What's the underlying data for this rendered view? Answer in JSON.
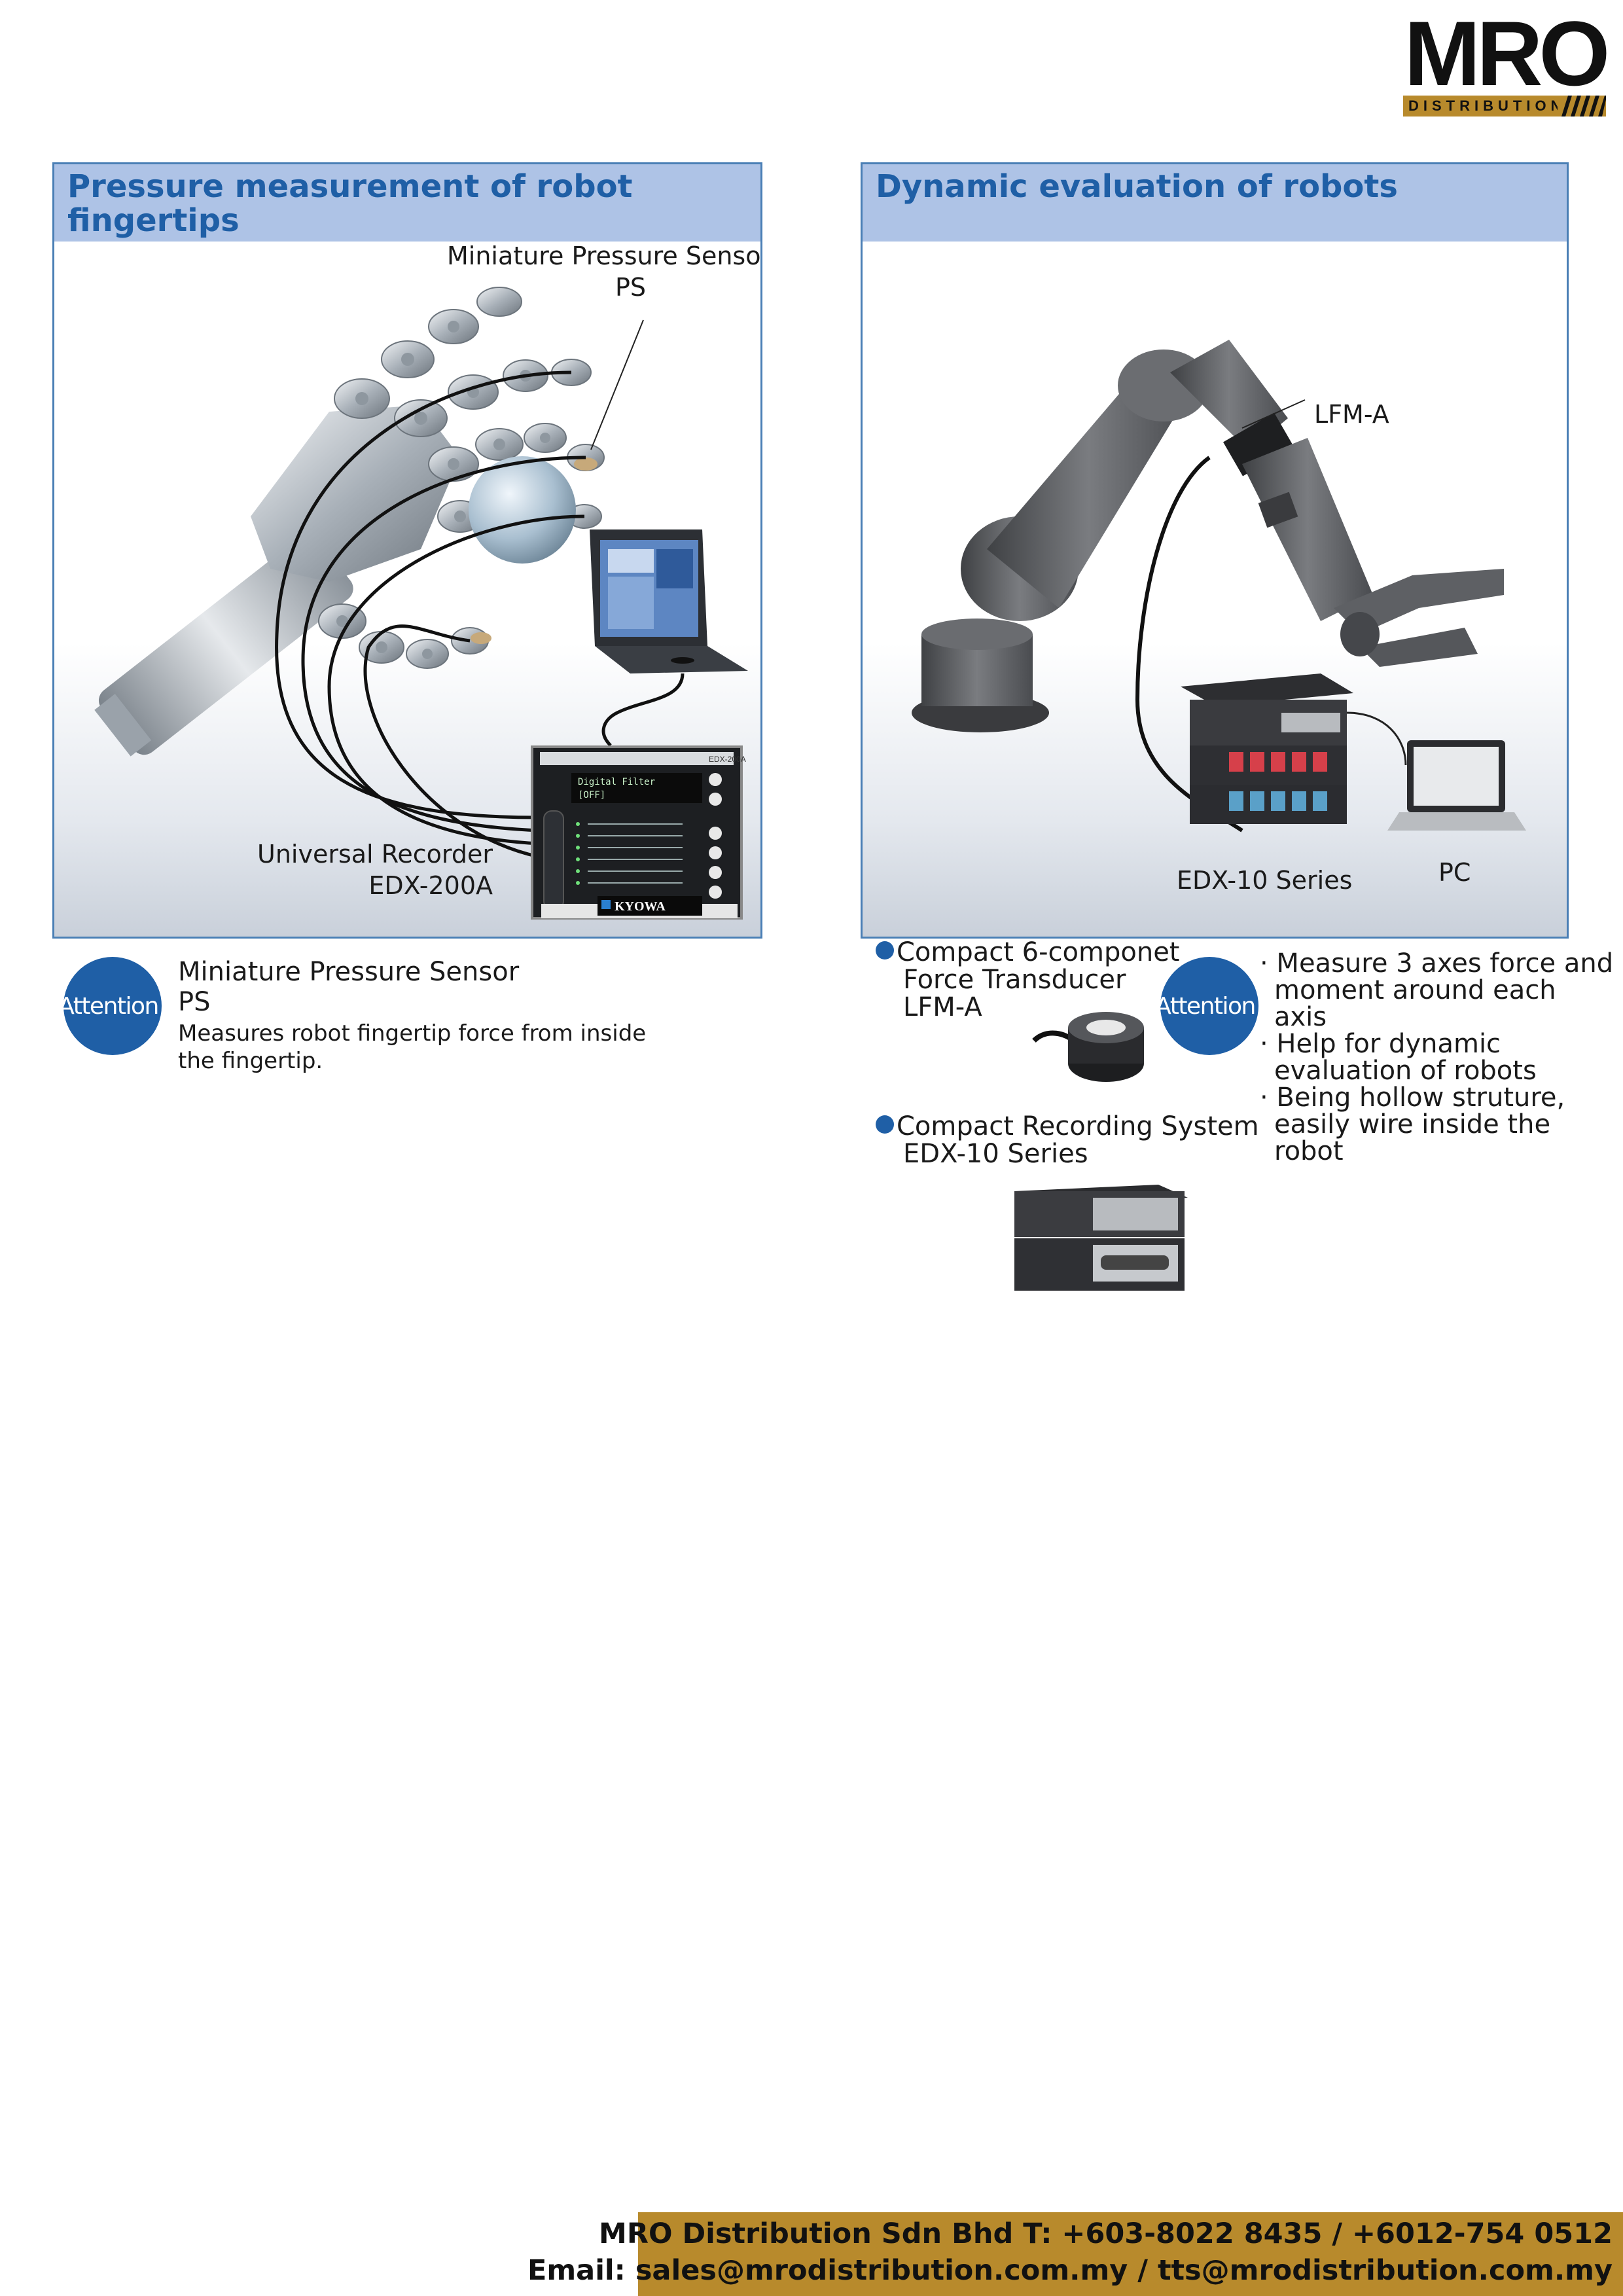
{
  "logo": {
    "name": "MRO",
    "sub": "DISTRIBUTION"
  },
  "left_panel": {
    "title": "Pressure measurement of robot fingertips",
    "callout_sensor_line1": "Miniature Pressure Sensor",
    "callout_sensor_line2": "PS",
    "callout_recorder_line1": "Universal Recorder",
    "callout_recorder_line2": "EDX-200A",
    "recorder_brand": "KYOWA",
    "recorder_model": "EDX-200A",
    "recorder_display_line1": "Digital Filter",
    "recorder_display_line2": "[OFF]"
  },
  "right_panel": {
    "title": "Dynamic evaluation of robots",
    "callout_lfm": "LFM-A",
    "callout_edx": "EDX-10 Series",
    "callout_pc": "PC"
  },
  "left_attention": {
    "badge": "Attention!",
    "product_line1": "Miniature Pressure Sensor",
    "product_line2": "PS",
    "desc_line1": "Measures robot fingertip force from inside",
    "desc_line2": "the fingertip."
  },
  "right_products": {
    "p1_line1": "Compact 6-componet",
    "p1_line2": "Force Transducer",
    "p1_line3": "LFM-A",
    "p2_line1": "Compact Recording System",
    "p2_line2": "EDX-10 Series"
  },
  "right_attention": {
    "badge": "Attention!",
    "points": [
      [
        "· Measure 3 axes force and",
        "moment around each",
        "axis"
      ],
      [
        "· Help for dynamic",
        "evaluation of robots"
      ],
      [
        "· Being hollow struture,",
        "easily wire inside the",
        "robot"
      ]
    ]
  },
  "footer": {
    "line1": "MRO Distribution Sdn Bhd T: +603-8022 8435 / +6012-754 0512",
    "line2": "Email: sales@mrodistribution.com.my / tts@mrodistribution.com.my"
  },
  "colors": {
    "brand_blue": "#1f5fa6",
    "header_blue": "#aec3e6",
    "gold": "#b88a2c"
  }
}
